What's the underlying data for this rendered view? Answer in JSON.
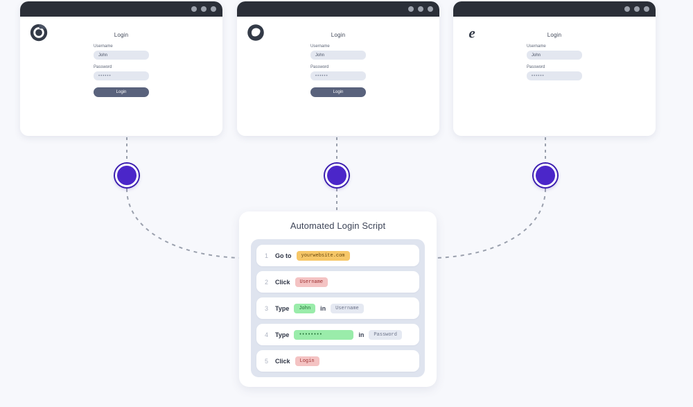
{
  "canvas": {
    "background_color": "#f7f8fc",
    "node_color": "#4b26c9",
    "connector_color": "#9aa0ad"
  },
  "browsers": [
    {
      "id": "chrome",
      "logo_name": "chrome-logo-icon",
      "window_controls": [
        "minimize",
        "maximize",
        "close"
      ],
      "form": {
        "title": "Login",
        "username_label": "Username",
        "username_value": "John",
        "password_label": "Password",
        "password_value": "••••••",
        "button_label": "Login",
        "has_button": true
      }
    },
    {
      "id": "firefox",
      "logo_name": "firefox-logo-icon",
      "window_controls": [
        "minimize",
        "maximize",
        "close"
      ],
      "form": {
        "title": "Login",
        "username_label": "Username",
        "username_value": "John",
        "password_label": "Password",
        "password_value": "••••••",
        "button_label": "Login",
        "has_button": true
      }
    },
    {
      "id": "internet-explorer",
      "logo_name": "internet-explorer-logo-icon",
      "window_controls": [
        "minimize",
        "maximize",
        "close"
      ],
      "form": {
        "title": "Login",
        "username_label": "Username",
        "username_value": "John",
        "password_label": "Password",
        "password_value": "••••••",
        "button_label": "",
        "has_button": false
      }
    }
  ],
  "script_card": {
    "title": "Automated Login Script",
    "steps": [
      {
        "num": "1",
        "verb": "Go to",
        "target": "yourwebsite.com",
        "target_style": "url",
        "connector": "",
        "field": "",
        "field_style": ""
      },
      {
        "num": "2",
        "verb": "Click",
        "target": "Username",
        "target_style": "red",
        "connector": "",
        "field": "",
        "field_style": ""
      },
      {
        "num": "3",
        "verb": "Type",
        "target": "John",
        "target_style": "green",
        "connector": "in",
        "field": "Username",
        "field_style": "grey"
      },
      {
        "num": "4",
        "verb": "Type",
        "target": "••••••••",
        "target_style": "green-wide",
        "connector": "in",
        "field": "Password",
        "field_style": "grey"
      },
      {
        "num": "5",
        "verb": "Click",
        "target": "Login",
        "target_style": "red",
        "connector": "",
        "field": "",
        "field_style": ""
      }
    ]
  }
}
